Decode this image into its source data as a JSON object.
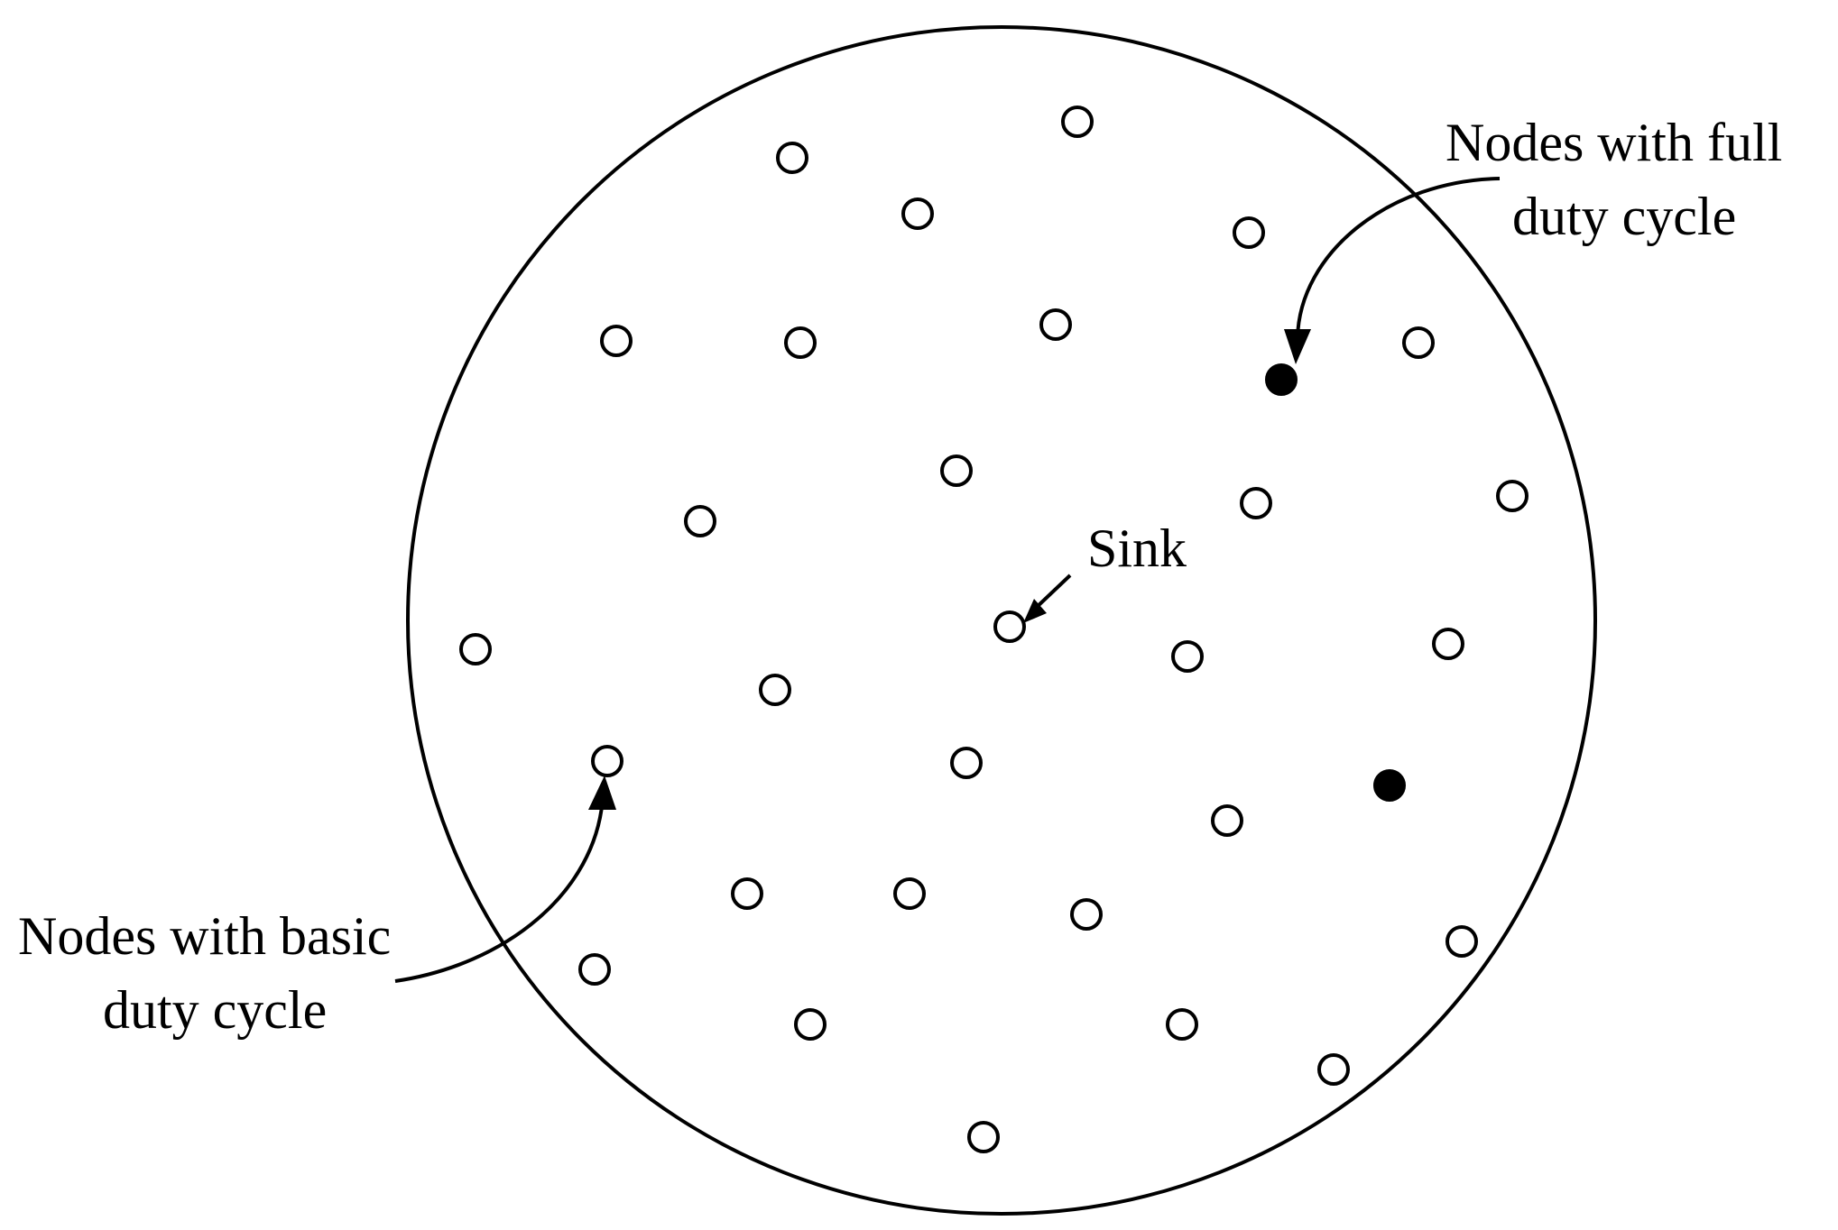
{
  "labels": {
    "full_duty_line1": "Nodes with full",
    "full_duty_line2": "duty cycle",
    "sink": "Sink",
    "basic_duty_line1": "Nodes with basic",
    "basic_duty_line2": "duty cycle"
  },
  "colors": {
    "stroke": "#000000",
    "background": "#ffffff",
    "full_duty_fill": "#000000",
    "basic_duty_fill": "#ffffff"
  }
}
